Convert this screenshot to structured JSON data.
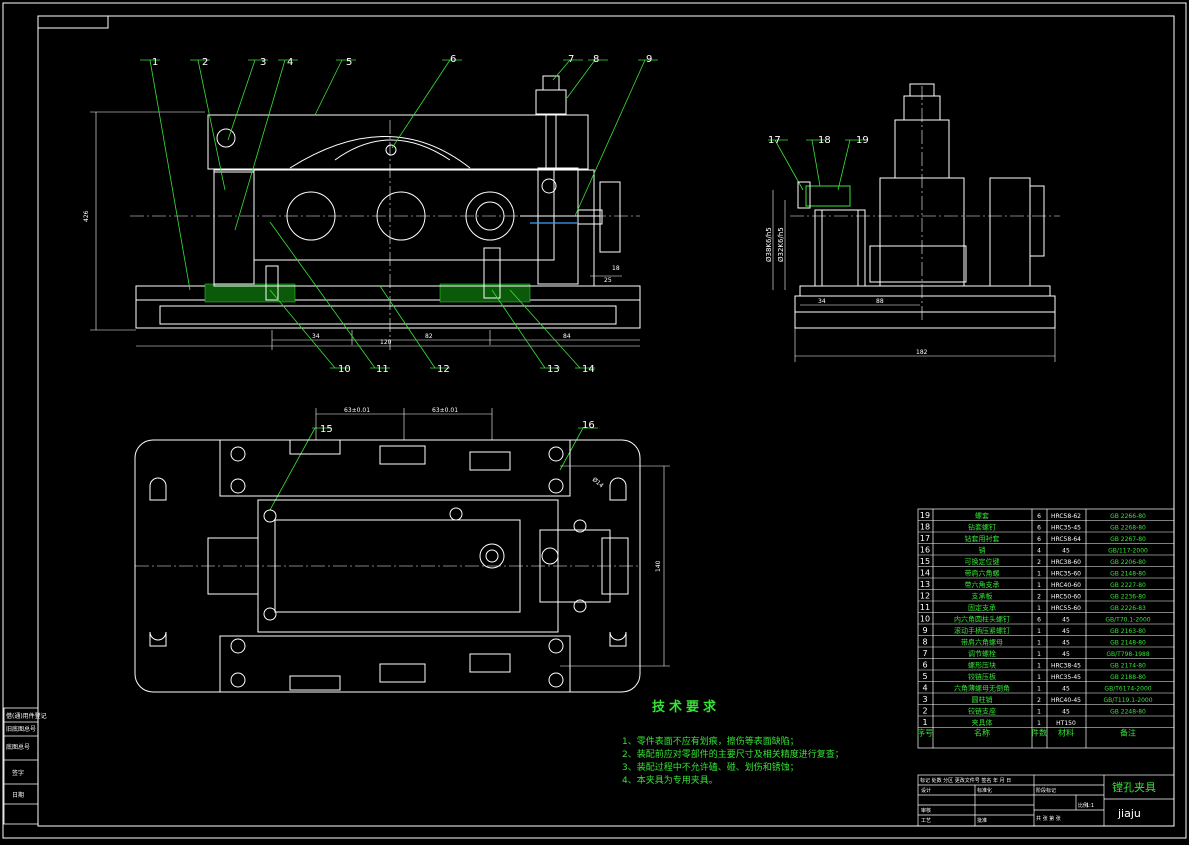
{
  "drawing": {
    "title": "镗孔夹具",
    "drawing_no": "jiaju",
    "scale": "1:1"
  },
  "callouts": [
    "1",
    "2",
    "3",
    "4",
    "5",
    "6",
    "7",
    "8",
    "9",
    "10",
    "11",
    "12",
    "13",
    "14",
    "15",
    "16",
    "17",
    "18",
    "19"
  ],
  "dimensions": {
    "front_height": "426",
    "front_bottom_1": "34",
    "front_bottom_2": "120",
    "front_bottom_3": "82",
    "front_bottom_4": "84",
    "front_right_1": "18",
    "front_right_2": "25",
    "top_left": "63±0.01",
    "top_right": "63±0.01",
    "plan_height": "140",
    "plan_angle": "Ø14",
    "side_dia_1": "Ø38K6/h5",
    "side_dia_2": "Ø32K6/h5",
    "side_b1": "34",
    "side_b2": "88",
    "side_overall": "182"
  },
  "technical_requirements": {
    "title": "技术要求",
    "notes": [
      "1、零件表面不应有划痕，擦伤等表面缺陷；",
      "2、装配前应对零部件的主要尺寸及相关精度进行复查；",
      "3、装配过程中不允许磕、碰、划伤和锈蚀；",
      "4、本夹具为专用夹具。"
    ]
  },
  "bom": {
    "header": [
      "序号",
      "名称",
      "件数",
      "材料",
      "备注"
    ],
    "rows": [
      {
        "no": "19",
        "name": "螺套",
        "qty": "6",
        "mat": "HRC58-62",
        "std": "GB 2266-80"
      },
      {
        "no": "18",
        "name": "钻套螺钉",
        "qty": "6",
        "mat": "HRC35-45",
        "std": "GB 2268-80"
      },
      {
        "no": "17",
        "name": "钻套用衬套",
        "qty": "6",
        "mat": "HRC58-64",
        "std": "GB 2267-80"
      },
      {
        "no": "16",
        "name": "销",
        "qty": "4",
        "mat": "45",
        "std": "GB/117-2000"
      },
      {
        "no": "15",
        "name": "可换定位键",
        "qty": "2",
        "mat": "HRC38-60",
        "std": "GB 2206-80"
      },
      {
        "no": "14",
        "name": "带肩六角螺",
        "qty": "1",
        "mat": "HRC35-60",
        "std": "GB 2148-80"
      },
      {
        "no": "13",
        "name": "带六角支承",
        "qty": "1",
        "mat": "HRC40-60",
        "std": "GB 2227-80"
      },
      {
        "no": "12",
        "name": "支承板",
        "qty": "2",
        "mat": "HRC50-60",
        "std": "GB 2236-80"
      },
      {
        "no": "11",
        "name": "固定支承",
        "qty": "1",
        "mat": "HRC55-60",
        "std": "GB 2226-83"
      },
      {
        "no": "10",
        "name": "内六角圆柱头螺钉",
        "qty": "6",
        "mat": "45",
        "std": "GB/T70.1-2000"
      },
      {
        "no": "9",
        "name": "滚动手柄压紧螺钉",
        "qty": "1",
        "mat": "45",
        "std": "GB 2163-80"
      },
      {
        "no": "8",
        "name": "带肩六角螺母",
        "qty": "1",
        "mat": "45",
        "std": "GB 2148-80"
      },
      {
        "no": "7",
        "name": "调节螺栓",
        "qty": "1",
        "mat": "45",
        "std": "GB/T798-1988"
      },
      {
        "no": "6",
        "name": "螺形压块",
        "qty": "1",
        "mat": "HRC38-45",
        "std": "GB 2174-80"
      },
      {
        "no": "5",
        "name": "铰链压板",
        "qty": "1",
        "mat": "HRC35-45",
        "std": "GB 2188-80"
      },
      {
        "no": "4",
        "name": "六角薄螺母无倒角",
        "qty": "1",
        "mat": "45",
        "std": "GB/T6174-2000"
      },
      {
        "no": "3",
        "name": "圆柱销",
        "qty": "2",
        "mat": "HRC40-45",
        "std": "GB/T119.1-2000"
      },
      {
        "no": "2",
        "name": "铰链支座",
        "qty": "1",
        "mat": "45",
        "std": "GB 2248-80"
      },
      {
        "no": "1",
        "name": "夹具体",
        "qty": "1",
        "mat": "HT150",
        "std": ""
      }
    ]
  },
  "title_block": {
    "row1": "标记 处数 分区 更改文件号 签名 年 月 日",
    "design": "设计",
    "std": "标准化",
    "review": "审核",
    "process": "工艺",
    "approve": "批准",
    "phase": "阶段标记",
    "weight": "重量",
    "ratio": "比例",
    "sheets": "共 张 第 张"
  },
  "left_strip": [
    "借(通)用件登记",
    "旧底图总号",
    "底图总号",
    "签字",
    "日期"
  ]
}
